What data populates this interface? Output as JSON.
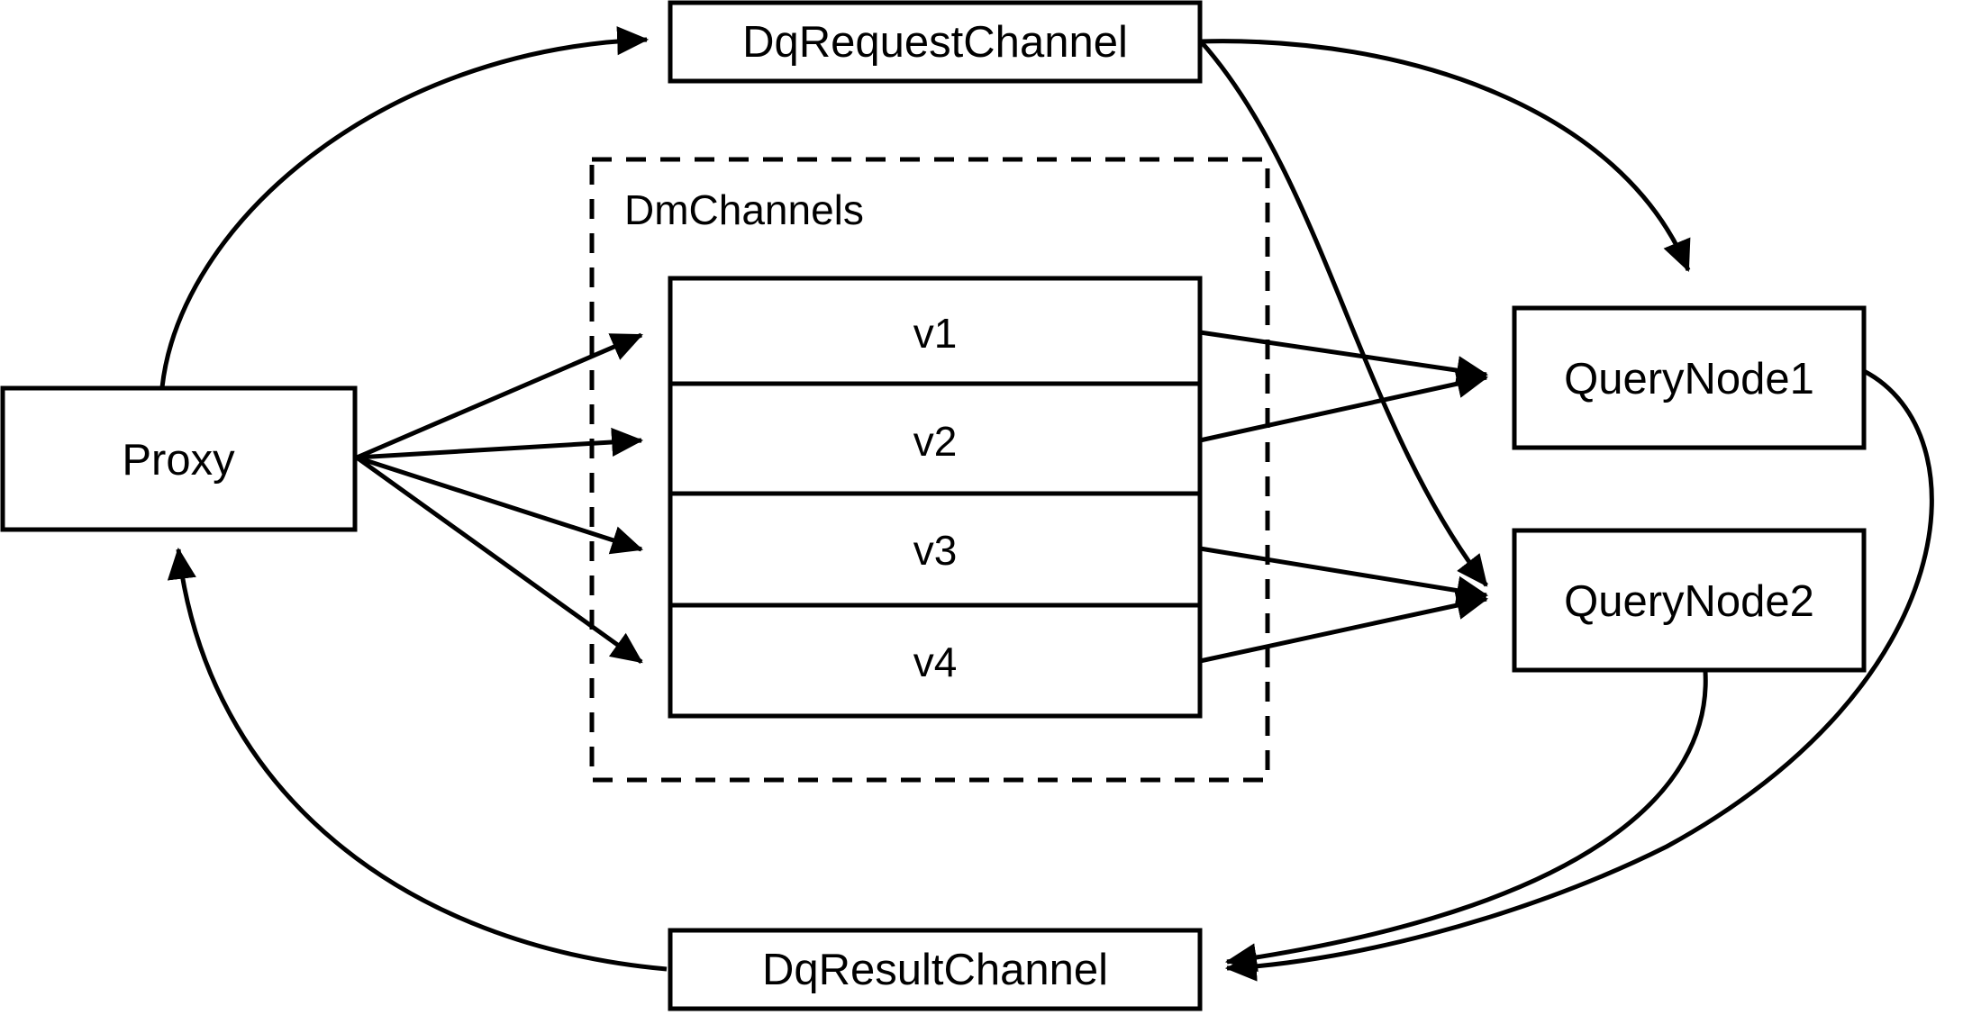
{
  "diagram": {
    "title": "Milvus distributed query routing diagram",
    "background_color": "#ffffff",
    "stroke_color": "#000000",
    "nodes": {
      "proxy": {
        "label": "Proxy"
      },
      "dq_request_channel": {
        "label": "DqRequestChannel"
      },
      "dq_result_channel": {
        "label": "DqResultChannel"
      },
      "query_node_1": {
        "label": "QueryNode1"
      },
      "query_node_2": {
        "label": "QueryNode2"
      }
    },
    "group": {
      "label": "DmChannels",
      "style": "dashed",
      "rows": [
        {
          "label": "v1"
        },
        {
          "label": "v2"
        },
        {
          "label": "v3"
        },
        {
          "label": "v4"
        }
      ]
    },
    "edges": [
      {
        "from": "Proxy",
        "to": "DqRequestChannel",
        "style": "curved",
        "arrow": true
      },
      {
        "from": "Proxy",
        "to": "v1",
        "style": "straight",
        "arrow": true
      },
      {
        "from": "Proxy",
        "to": "v2",
        "style": "straight",
        "arrow": true
      },
      {
        "from": "Proxy",
        "to": "v3",
        "style": "straight",
        "arrow": true
      },
      {
        "from": "Proxy",
        "to": "v4",
        "style": "straight",
        "arrow": true
      },
      {
        "from": "DqRequestChannel",
        "to": "QueryNode1",
        "style": "curved",
        "arrow": true
      },
      {
        "from": "DqRequestChannel",
        "to": "QueryNode2",
        "style": "curved",
        "arrow": true
      },
      {
        "from": "v1",
        "to": "QueryNode1",
        "style": "straight",
        "arrow": true
      },
      {
        "from": "v2",
        "to": "QueryNode1",
        "style": "straight",
        "arrow": true
      },
      {
        "from": "v3",
        "to": "QueryNode2",
        "style": "straight",
        "arrow": true
      },
      {
        "from": "v4",
        "to": "QueryNode2",
        "style": "straight",
        "arrow": true
      },
      {
        "from": "QueryNode1",
        "to": "DqResultChannel",
        "style": "curved",
        "arrow": true
      },
      {
        "from": "QueryNode2",
        "to": "DqResultChannel",
        "style": "curved",
        "arrow": true
      },
      {
        "from": "DqResultChannel",
        "to": "Proxy",
        "style": "curved",
        "arrow": true
      }
    ]
  }
}
